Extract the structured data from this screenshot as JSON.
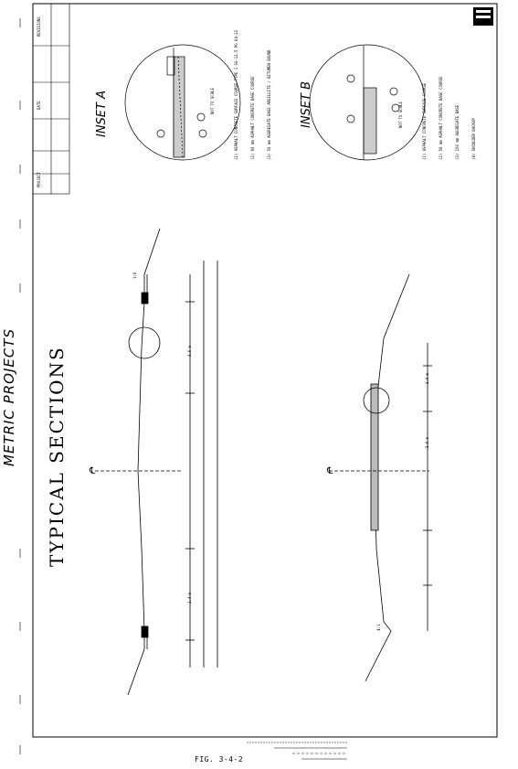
{
  "sheet": {
    "side_title": "METRIC PROJECTS",
    "main_title": "TYPICAL SECTIONS",
    "figure_label": "FIG. 3-4-2"
  },
  "insets": {
    "a_label": "INSET A",
    "b_label": "INSET B",
    "not_to_scale": "NOT TO SCALE"
  },
  "notes": {
    "a": [
      "(1) ASPHALT CONCRETE SURFACE COURSE TYPE 1 SG-12.5 PG 64-22",
      "(2) 60 mm ASPHALT CONCRETE BASE COURSE",
      "(3) 50 mm AGGREGATE BASE ARGILLITE / BITUMEN BOUND"
    ],
    "b": [
      "(1) ASPHALT CONCRETE SURFACE COURSE",
      "(2) 50 mm ASPHALT CONCRETE BASE COURSE",
      "(3) 150 mm AGGREGATE BASE",
      "(4) SHOULDER BACKUP"
    ]
  },
  "dims": {
    "pavement": "3.6 m",
    "shoulder": "2.4 m",
    "lane": "3.0 m",
    "slope_a": "1:6",
    "slope_b": "4:1"
  },
  "titleblock": {
    "rev": "REVISIONS",
    "date": "DATE",
    "project": "PROJECT"
  }
}
